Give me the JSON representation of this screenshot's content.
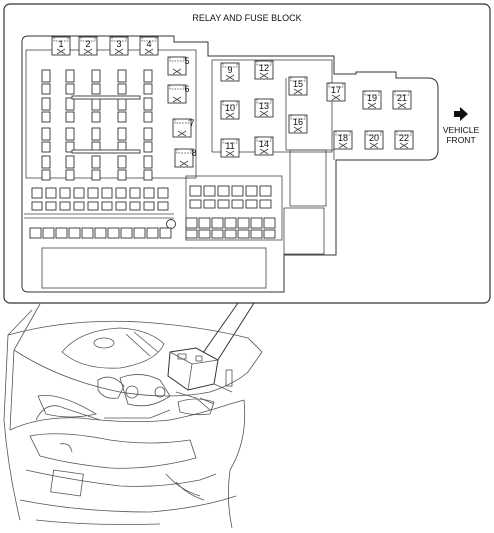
{
  "diagram": {
    "title": "RELAY AND FUSE BLOCK",
    "direction_label_line1": "VEHICLE",
    "direction_label_line2": "FRONT",
    "colors": {
      "line": "#333333",
      "background": "#ffffff",
      "car_line": "#555555"
    },
    "relays": [
      {
        "id": "1"
      },
      {
        "id": "2"
      },
      {
        "id": "3"
      },
      {
        "id": "4"
      },
      {
        "id": "5"
      },
      {
        "id": "6"
      },
      {
        "id": "7"
      },
      {
        "id": "8"
      },
      {
        "id": "9"
      },
      {
        "id": "10"
      },
      {
        "id": "11"
      },
      {
        "id": "12"
      },
      {
        "id": "13"
      },
      {
        "id": "14"
      },
      {
        "id": "15"
      },
      {
        "id": "16"
      },
      {
        "id": "17"
      },
      {
        "id": "18"
      },
      {
        "id": "19"
      },
      {
        "id": "20"
      },
      {
        "id": "21"
      },
      {
        "id": "22"
      }
    ]
  }
}
